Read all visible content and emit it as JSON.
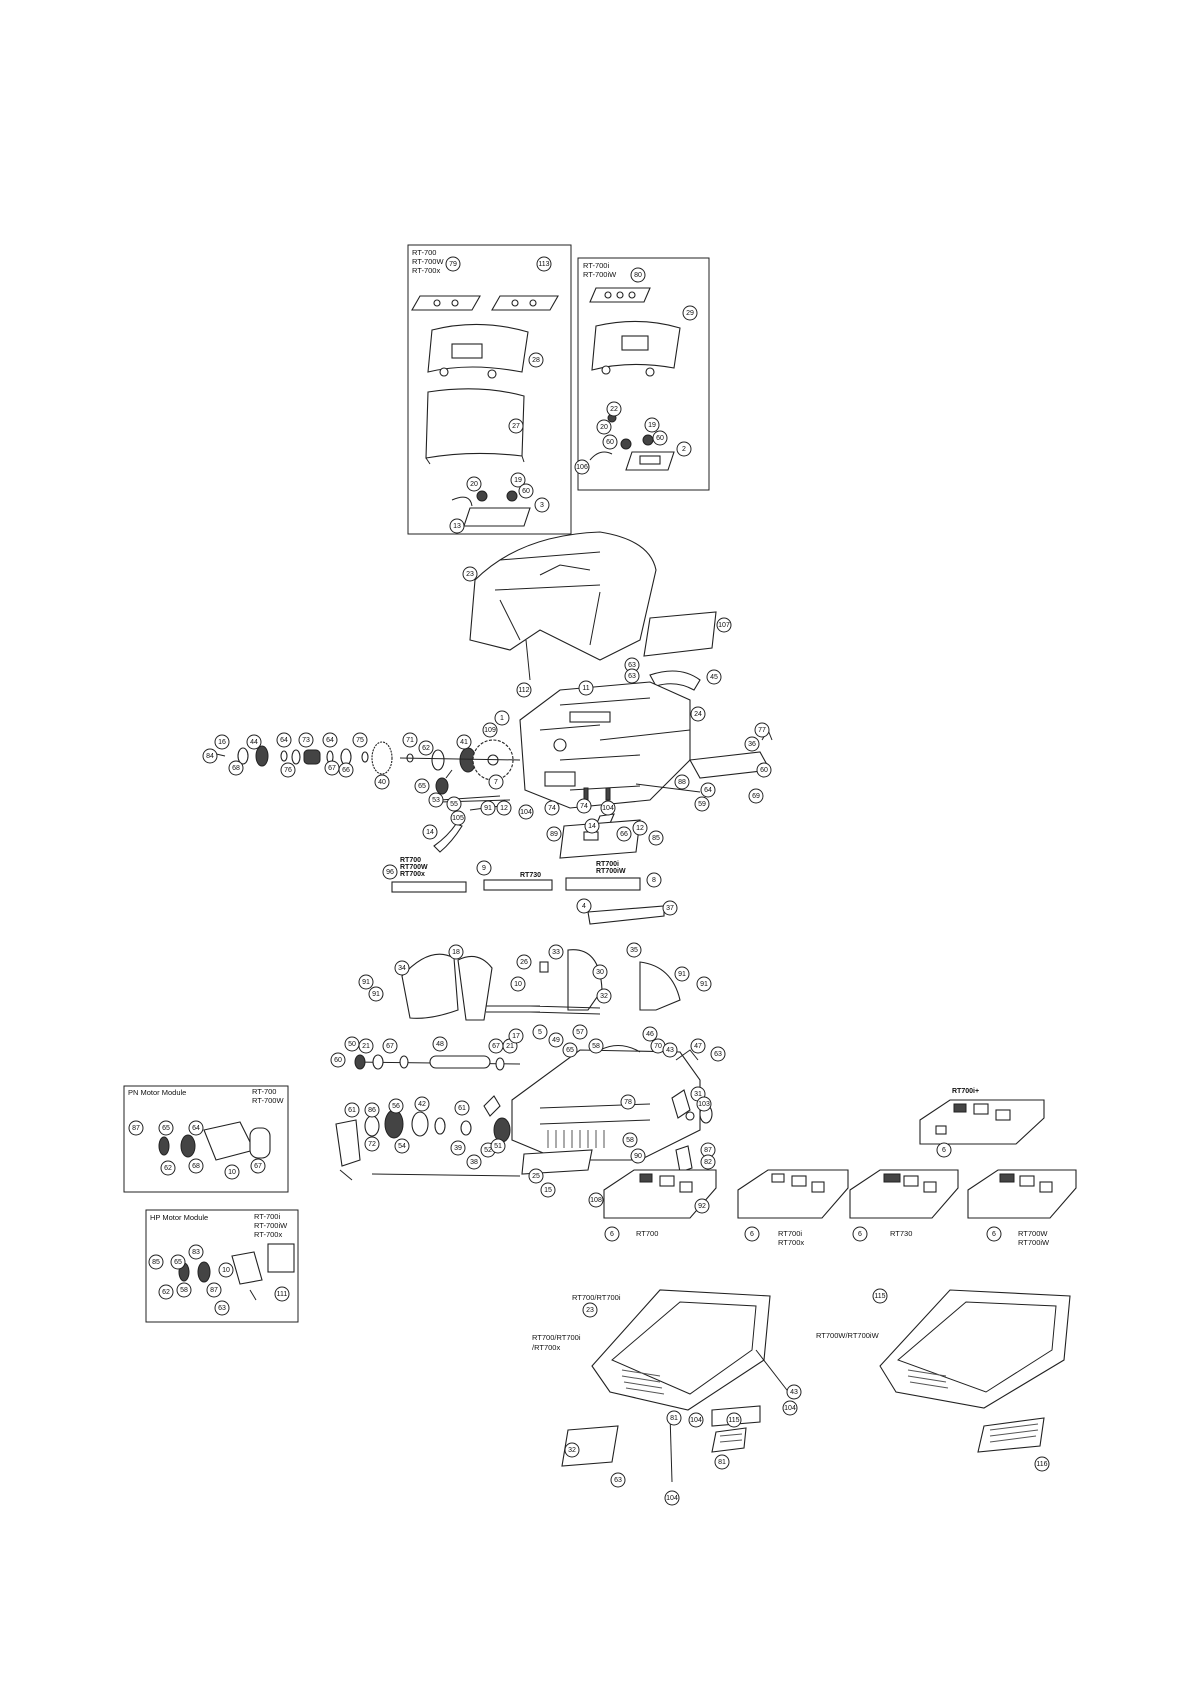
{
  "boxes": {
    "rt700_box": {
      "lines": [
        "RT-700",
        "RT-700W",
        "RT-700x"
      ]
    },
    "rt700i_box": {
      "lines": [
        "RT-700i",
        "RT-700iW"
      ]
    },
    "pn_motor": {
      "title": "PN Motor Module",
      "models": [
        "RT-700",
        "RT-700W"
      ]
    },
    "hp_motor": {
      "title": "HP Motor Module",
      "models": [
        "RT-700i",
        "RT-700iW",
        "RT-700x"
      ]
    }
  },
  "labels": {
    "board_rt700iplus": "RT700i+",
    "board_rt700": "RT700",
    "board_rt700i": [
      "RT700i",
      "RT700x"
    ],
    "board_rt730": "RT730",
    "board_rt700w": [
      "RT700W",
      "RT700iW"
    ],
    "base_rt700_top": "RT700/RT700i",
    "base_rt700_side": [
      "RT700/RT700i",
      "/RT700x"
    ],
    "base_rt700w": "RT700W/RT700iW",
    "plate_a": [
      "RT700",
      "RT700W",
      "RT700x"
    ],
    "plate_b": "RT730",
    "plate_c": [
      "RT700i",
      "RT700iW"
    ]
  },
  "callouts": {
    "c1": "79",
    "c2": "113",
    "c3": "28",
    "c4": "27",
    "c5": "20",
    "c6": "19",
    "c7": "60",
    "c8": "3",
    "c9": "13",
    "c10": "80",
    "c11": "29",
    "c12": "22",
    "c13": "20",
    "c14": "19",
    "c15": "60",
    "c16": "60",
    "c17": "2",
    "c18": "106",
    "c19": "23",
    "c20": "107",
    "c21": "112",
    "c22": "11",
    "c23": "63",
    "c24": "63",
    "c25": "45",
    "c26": "24",
    "c27": "16",
    "c28": "44",
    "c29": "64",
    "c30": "73",
    "c31": "64",
    "c32": "75",
    "c33": "71",
    "c34": "62",
    "c35": "41",
    "c36": "1",
    "c37": "109",
    "c38": "84",
    "c39": "68",
    "c40": "76",
    "c41": "67",
    "c42": "66",
    "c43": "40",
    "c44": "65",
    "c45": "53",
    "c46": "7",
    "c47": "55",
    "c48": "105",
    "c49": "91",
    "c50": "12",
    "c51": "104",
    "c52": "74",
    "c53": "74",
    "c54": "104",
    "c55": "77",
    "c56": "36",
    "c57": "60",
    "c58": "88",
    "c59": "64",
    "c60": "69",
    "c61": "59",
    "c62": "14",
    "c63": "89",
    "c64": "14",
    "c65": "66",
    "c66": "12",
    "c67": "85",
    "c68": "96",
    "c69": "9",
    "c70": "8",
    "c71": "4",
    "c72": "37",
    "c73": "34",
    "c74": "18",
    "c75": "10",
    "c76": "33",
    "c77": "35",
    "c78": "91",
    "c79": "91",
    "c80": "91",
    "c81": "91",
    "c82": "26",
    "c83": "30",
    "c84": "32",
    "c85": "60",
    "c86": "50",
    "c87": "21",
    "c88": "67",
    "c89": "48",
    "c90": "67",
    "c91": "21",
    "c92": "17",
    "c93": "5",
    "c94": "49",
    "c95": "57",
    "c96": "65",
    "c97": "58",
    "c98": "46",
    "c99": "70",
    "c100": "43",
    "c101": "47",
    "c102": "63",
    "c103": "61",
    "c104": "86",
    "c105": "56",
    "c106": "42",
    "c107": "61",
    "c108": "72",
    "c109": "54",
    "c110": "39",
    "c111": "38",
    "c112": "52",
    "c113": "51",
    "c114": "78",
    "c115": "31",
    "c116": "25",
    "c117": "15",
    "c118": "58",
    "c119": "90",
    "c120": "87",
    "c121": "82",
    "c122": "103",
    "c123": "87",
    "c124": "65",
    "c125": "64",
    "c126": "62",
    "c127": "68",
    "c128": "10",
    "c129": "67",
    "c130": "85",
    "c131": "65",
    "c132": "83",
    "c133": "62",
    "c134": "58",
    "c135": "87",
    "c136": "10",
    "c137": "63",
    "c138": "111",
    "c139": "6",
    "c140": "6",
    "c141": "6",
    "c142": "6",
    "c143": "6",
    "c144": "108",
    "c145": "92",
    "c146": "23",
    "c147": "115",
    "c148": "43",
    "c149": "104",
    "c150": "81",
    "c151": "104",
    "c152": "115",
    "c153": "81",
    "c154": "32",
    "c155": "63",
    "c156": "104",
    "c157": "116"
  }
}
